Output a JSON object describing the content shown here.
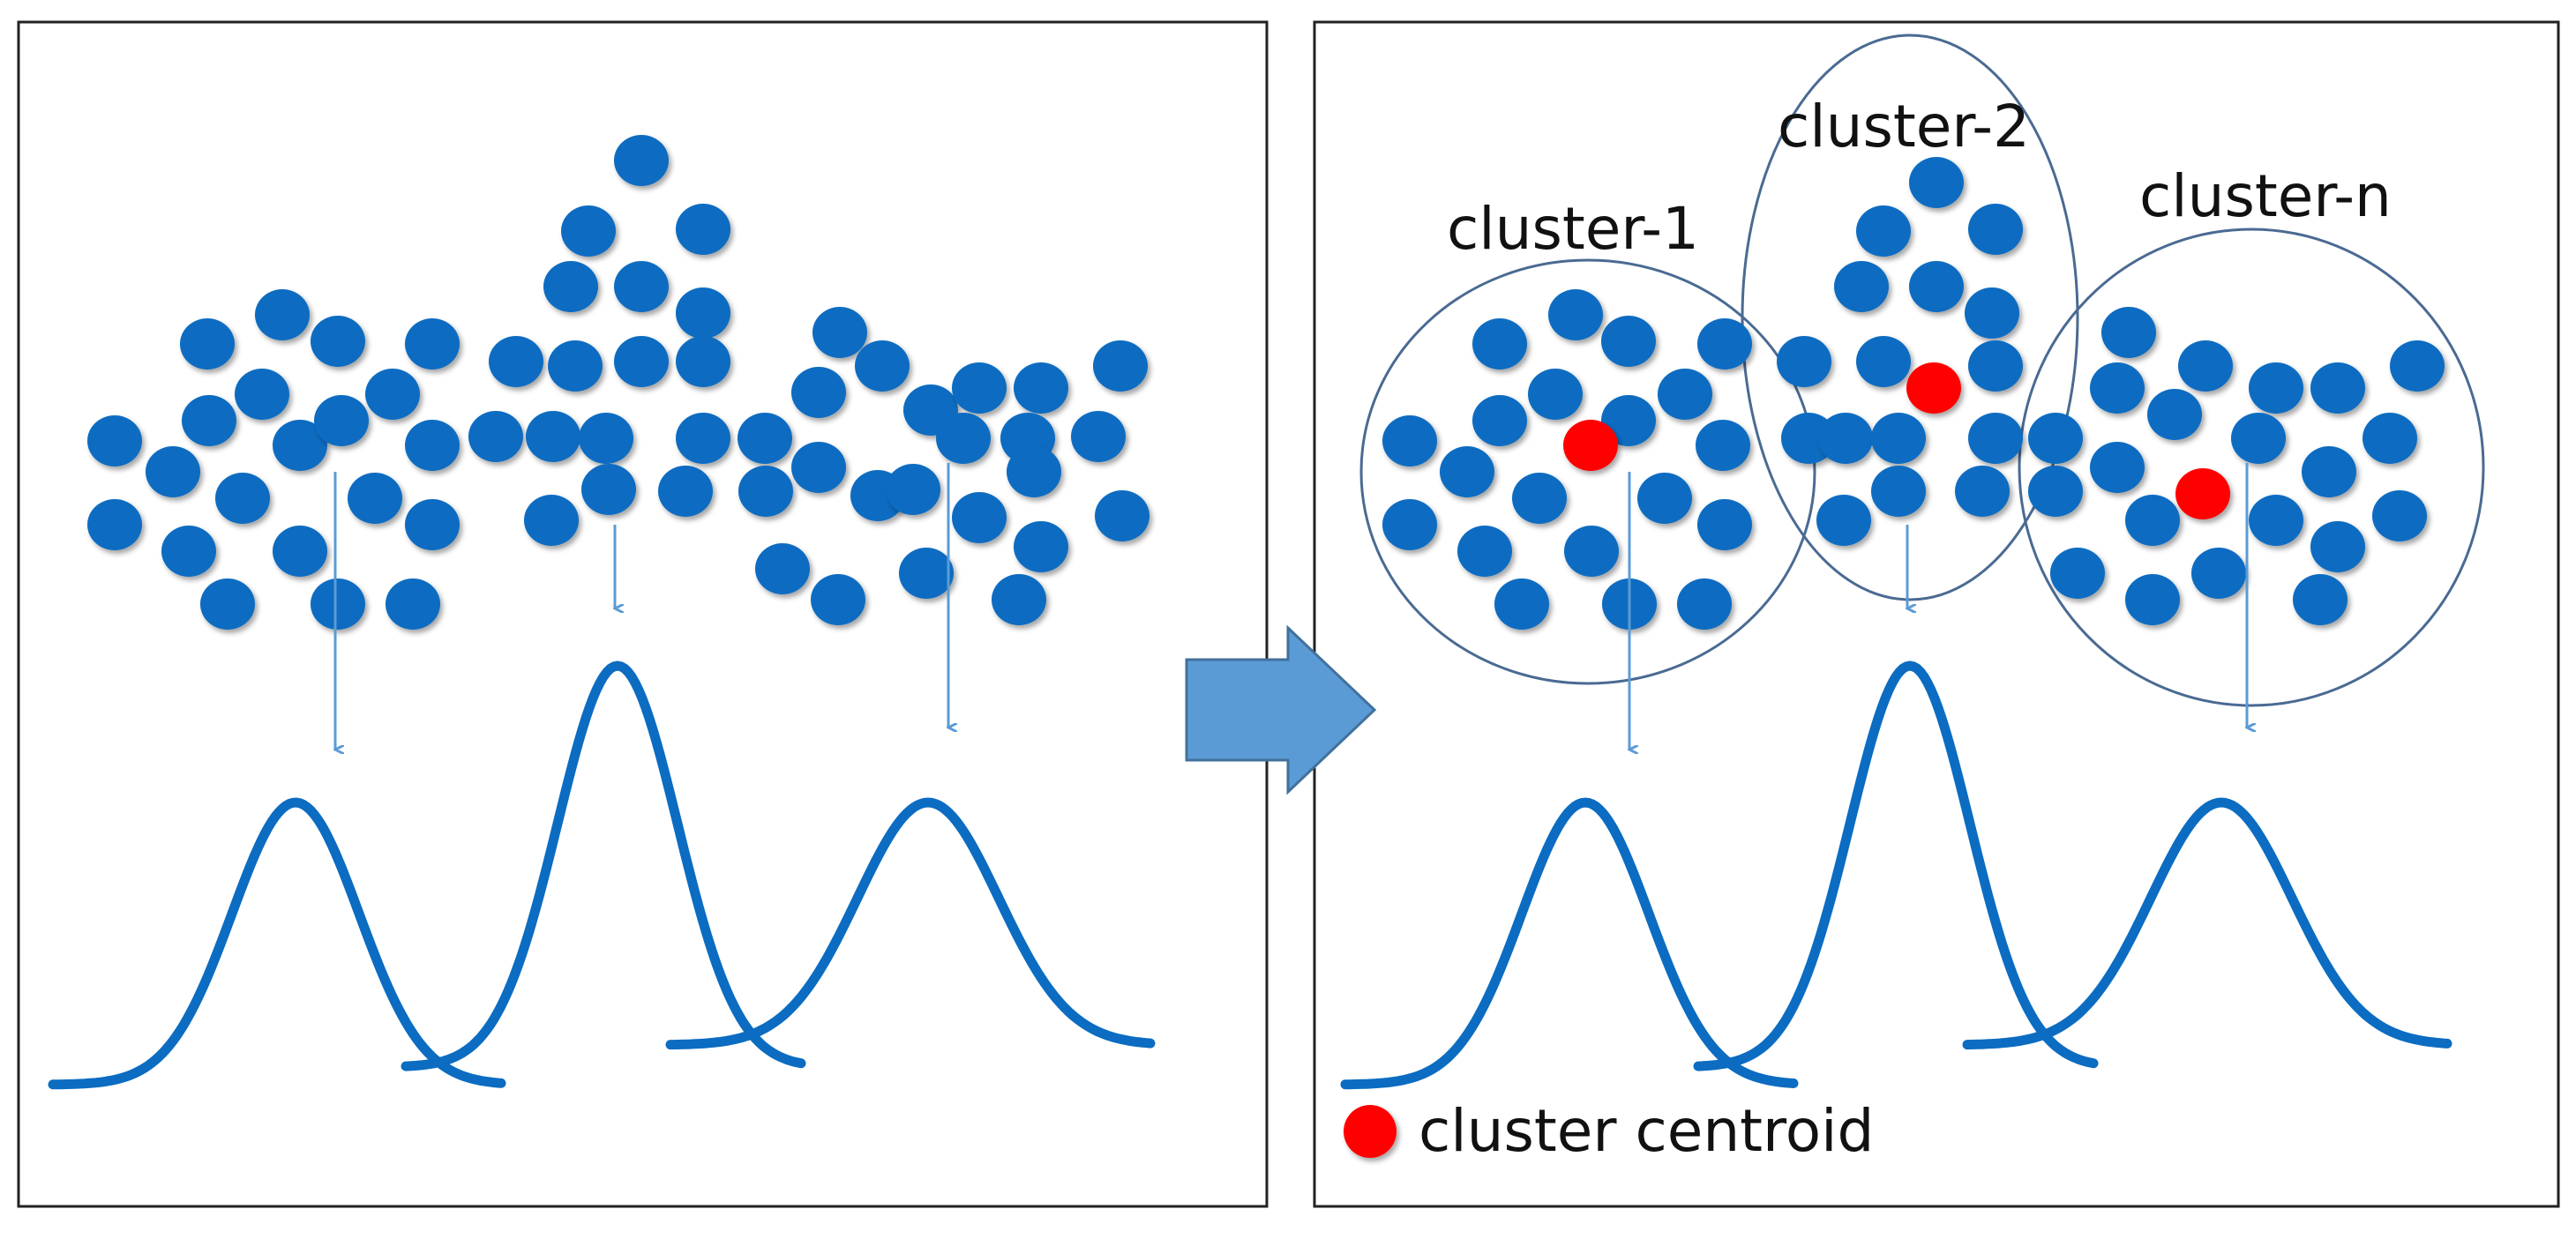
{
  "colors": {
    "point": "#0b6cc1",
    "centroid": "#ff0000",
    "curve": "#0b6cc1",
    "arrow": "#5b9bd5",
    "cluster_outline": "#4a6a92",
    "panel_border": "#222222"
  },
  "clusters": [
    {
      "label": "cluster-1"
    },
    {
      "label": "cluster-2"
    },
    {
      "label": "cluster-n"
    }
  ],
  "legend": {
    "label": "cluster centroid"
  },
  "transition_arrow": {
    "icon": "right-arrow-icon"
  }
}
